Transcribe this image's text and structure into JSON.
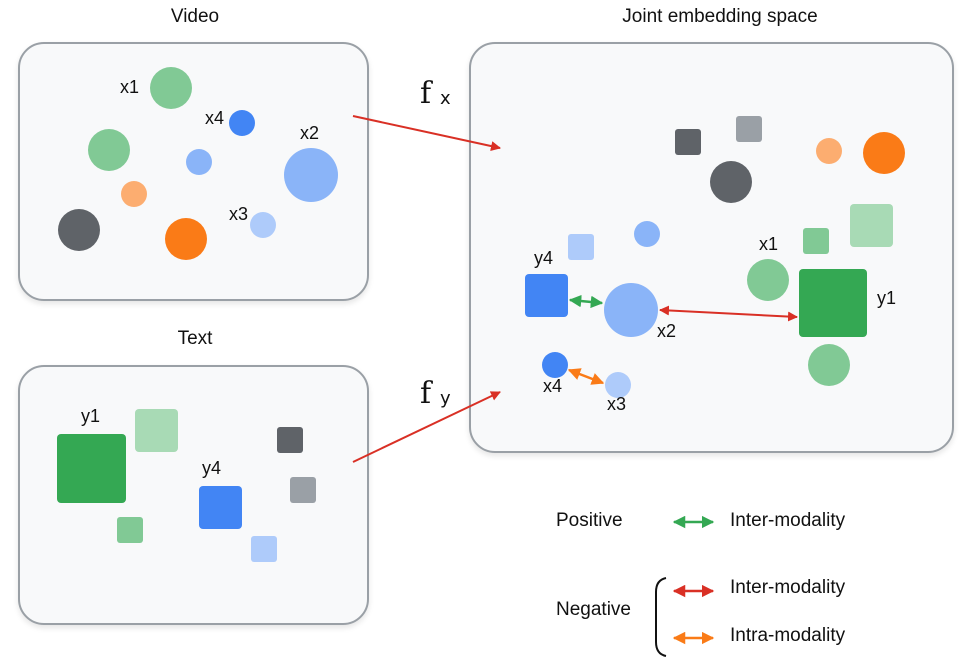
{
  "titles": {
    "video": "Video",
    "text": "Text",
    "joint": "Joint embedding space"
  },
  "functions": {
    "fx": {
      "symbol": "f",
      "subscript": "x"
    },
    "fy": {
      "symbol": "f",
      "subscript": "y"
    }
  },
  "colors": {
    "green_dark": "#34a853",
    "green_mid": "#81c995",
    "green_light": "#a8dab5",
    "blue_dark": "#4285f4",
    "blue_mid": "#8ab4f8",
    "blue_light": "#aecbfa",
    "orange_dark": "#fa7b17",
    "orange_light": "#fcad70",
    "gray_dark": "#5f6368",
    "gray_mid": "#9aa0a6",
    "arrow_red": "#d93025",
    "arrow_green": "#34a853",
    "arrow_orange": "#fa7b17"
  },
  "labels": {
    "x1": "x1",
    "x2": "x2",
    "x3": "x3",
    "x4": "x4",
    "y1": "y1",
    "y4": "y4"
  },
  "legend": {
    "positive": "Positive",
    "negative": "Negative",
    "positive_inter": "Inter-modality",
    "negative_inter": "Inter-modality",
    "negative_intra": "Intra-modality"
  }
}
